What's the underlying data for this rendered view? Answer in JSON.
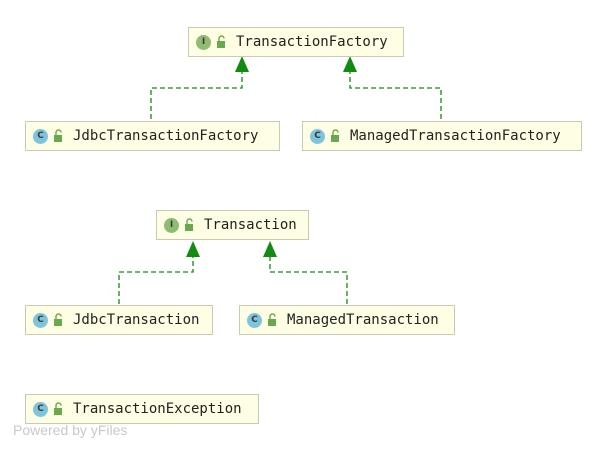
{
  "diagram": {
    "nodes": [
      {
        "id": "transaction-factory",
        "label": "TransactionFactory",
        "kind": "I",
        "kind_type": "interface"
      },
      {
        "id": "jdbc-transaction-factory",
        "label": "JdbcTransactionFactory",
        "kind": "C",
        "kind_type": "class"
      },
      {
        "id": "managed-transaction-factory",
        "label": "ManagedTransactionFactory",
        "kind": "C",
        "kind_type": "class"
      },
      {
        "id": "transaction",
        "label": "Transaction",
        "kind": "I",
        "kind_type": "interface"
      },
      {
        "id": "jdbc-transaction",
        "label": "JdbcTransaction",
        "kind": "C",
        "kind_type": "class"
      },
      {
        "id": "managed-transaction",
        "label": "ManagedTransaction",
        "kind": "C",
        "kind_type": "class"
      },
      {
        "id": "transaction-exception",
        "label": "TransactionException",
        "kind": "C",
        "kind_type": "class"
      }
    ],
    "edges": [
      {
        "from": "jdbc-transaction-factory",
        "to": "transaction-factory",
        "relation": "implements"
      },
      {
        "from": "managed-transaction-factory",
        "to": "transaction-factory",
        "relation": "implements"
      },
      {
        "from": "jdbc-transaction",
        "to": "transaction",
        "relation": "implements"
      },
      {
        "from": "managed-transaction",
        "to": "transaction",
        "relation": "implements"
      }
    ],
    "colors": {
      "node_fill": "#fefee4",
      "node_border": "#c9c9b4",
      "interface_icon": "#8fbc72",
      "class_icon": "#7ec4da",
      "edge": "#138a13"
    }
  },
  "watermark": "Powered by yFiles"
}
